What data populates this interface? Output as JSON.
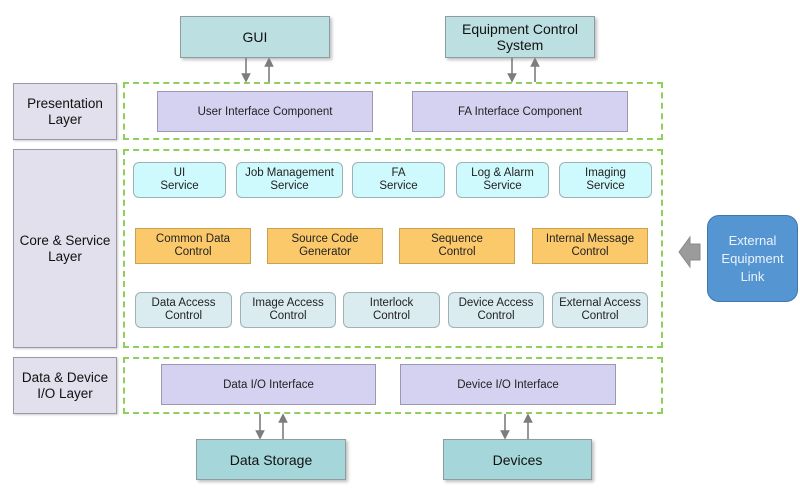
{
  "external": {
    "gui": "GUI",
    "equipment_control_line1": "Equipment Control",
    "equipment_control_line2": "System",
    "data_storage": "Data Storage",
    "devices": "Devices",
    "equipment_link_line1": "External",
    "equipment_link_line2": "Equipment",
    "equipment_link_line3": "Link"
  },
  "layers": {
    "presentation": {
      "line1": "Presentation",
      "line2": "Layer"
    },
    "core": {
      "line1": "Core & Service",
      "line2": "Layer"
    },
    "data_device": {
      "line1": "Data & Device",
      "line2": "I/O Layer"
    }
  },
  "presentation_components": [
    "User Interface Component",
    "FA Interface Component"
  ],
  "services": [
    {
      "line1": "UI",
      "line2": "Service"
    },
    {
      "line1": "Job Management",
      "line2": "Service"
    },
    {
      "line1": "FA",
      "line2": "Service"
    },
    {
      "line1": "Log & Alarm",
      "line2": "Service"
    },
    {
      "line1": "Imaging",
      "line2": "Service"
    }
  ],
  "controls": [
    {
      "line1": "Common Data",
      "line2": "Control"
    },
    {
      "line1": "Source Code",
      "line2": "Generator"
    },
    {
      "line1": "Sequence",
      "line2": "Control"
    },
    {
      "line1": "Internal Message",
      "line2": "Control"
    }
  ],
  "access_controls": [
    {
      "line1": "Data Access",
      "line2": "Control"
    },
    {
      "line1": "Image Access",
      "line2": "Control"
    },
    {
      "line1": "Interlock",
      "line2": "Control"
    },
    {
      "line1": "Device Access",
      "line2": "Control"
    },
    {
      "line1": "External Access",
      "line2": "Control"
    }
  ],
  "io_components": [
    "Data I/O Interface",
    "Device I/O Interface"
  ],
  "colors": {
    "external_box": "#bcdfe1",
    "layer_label": "#e1e0ec",
    "component": "#d4d2f0",
    "service": "#cffafd",
    "control": "#fcc96a",
    "access": "#dbecf0",
    "link_box": "#5596d2",
    "dashed_border": "#8fd05a"
  }
}
